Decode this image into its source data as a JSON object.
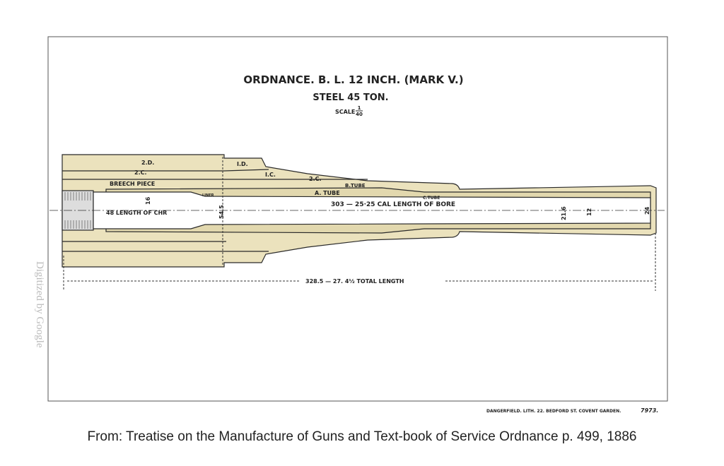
{
  "title": {
    "line1": "ORDNANCE. B. L. 12 INCH. (MARK V.)",
    "line2": "STEEL 45 TON.",
    "scale_label": "SCALE",
    "scale_num": "1",
    "scale_den": "40"
  },
  "parts": {
    "d2": "2.D.",
    "c2": "2.C.",
    "d1": "I.D.",
    "c1": "I.C.",
    "c2b": "2.C.",
    "breech_piece": "BREECH PIECE",
    "b_tube": "B.TUBE",
    "a_tube": "A. TUBE",
    "c_tube": "C.TUBE",
    "liner": "LINER"
  },
  "dimensions": {
    "chamber_length": "48 LENGTH OF CHR",
    "chamber_dia": "16",
    "breech_dia": "54.5",
    "bore_length": "303 — 25·25 CAL LENGTH OF BORE",
    "chase_dia": "21.6",
    "bore_dia": "12",
    "muzzle_dia": "24",
    "total_length": "328.5 — 27. 4½ TOTAL LENGTH"
  },
  "imprint": "DANGERFIELD. LITH. 22. BEDFORD ST. COVENT GARDEN.",
  "plate_number": "7973.",
  "watermark": "Digitized by Google",
  "caption": "From: Treatise on the Manufacture of Guns and Text-book of Service Ordnance p. 499, 1886",
  "colors": {
    "steel": "#ebe2bd",
    "ink": "#2a2a2a"
  }
}
